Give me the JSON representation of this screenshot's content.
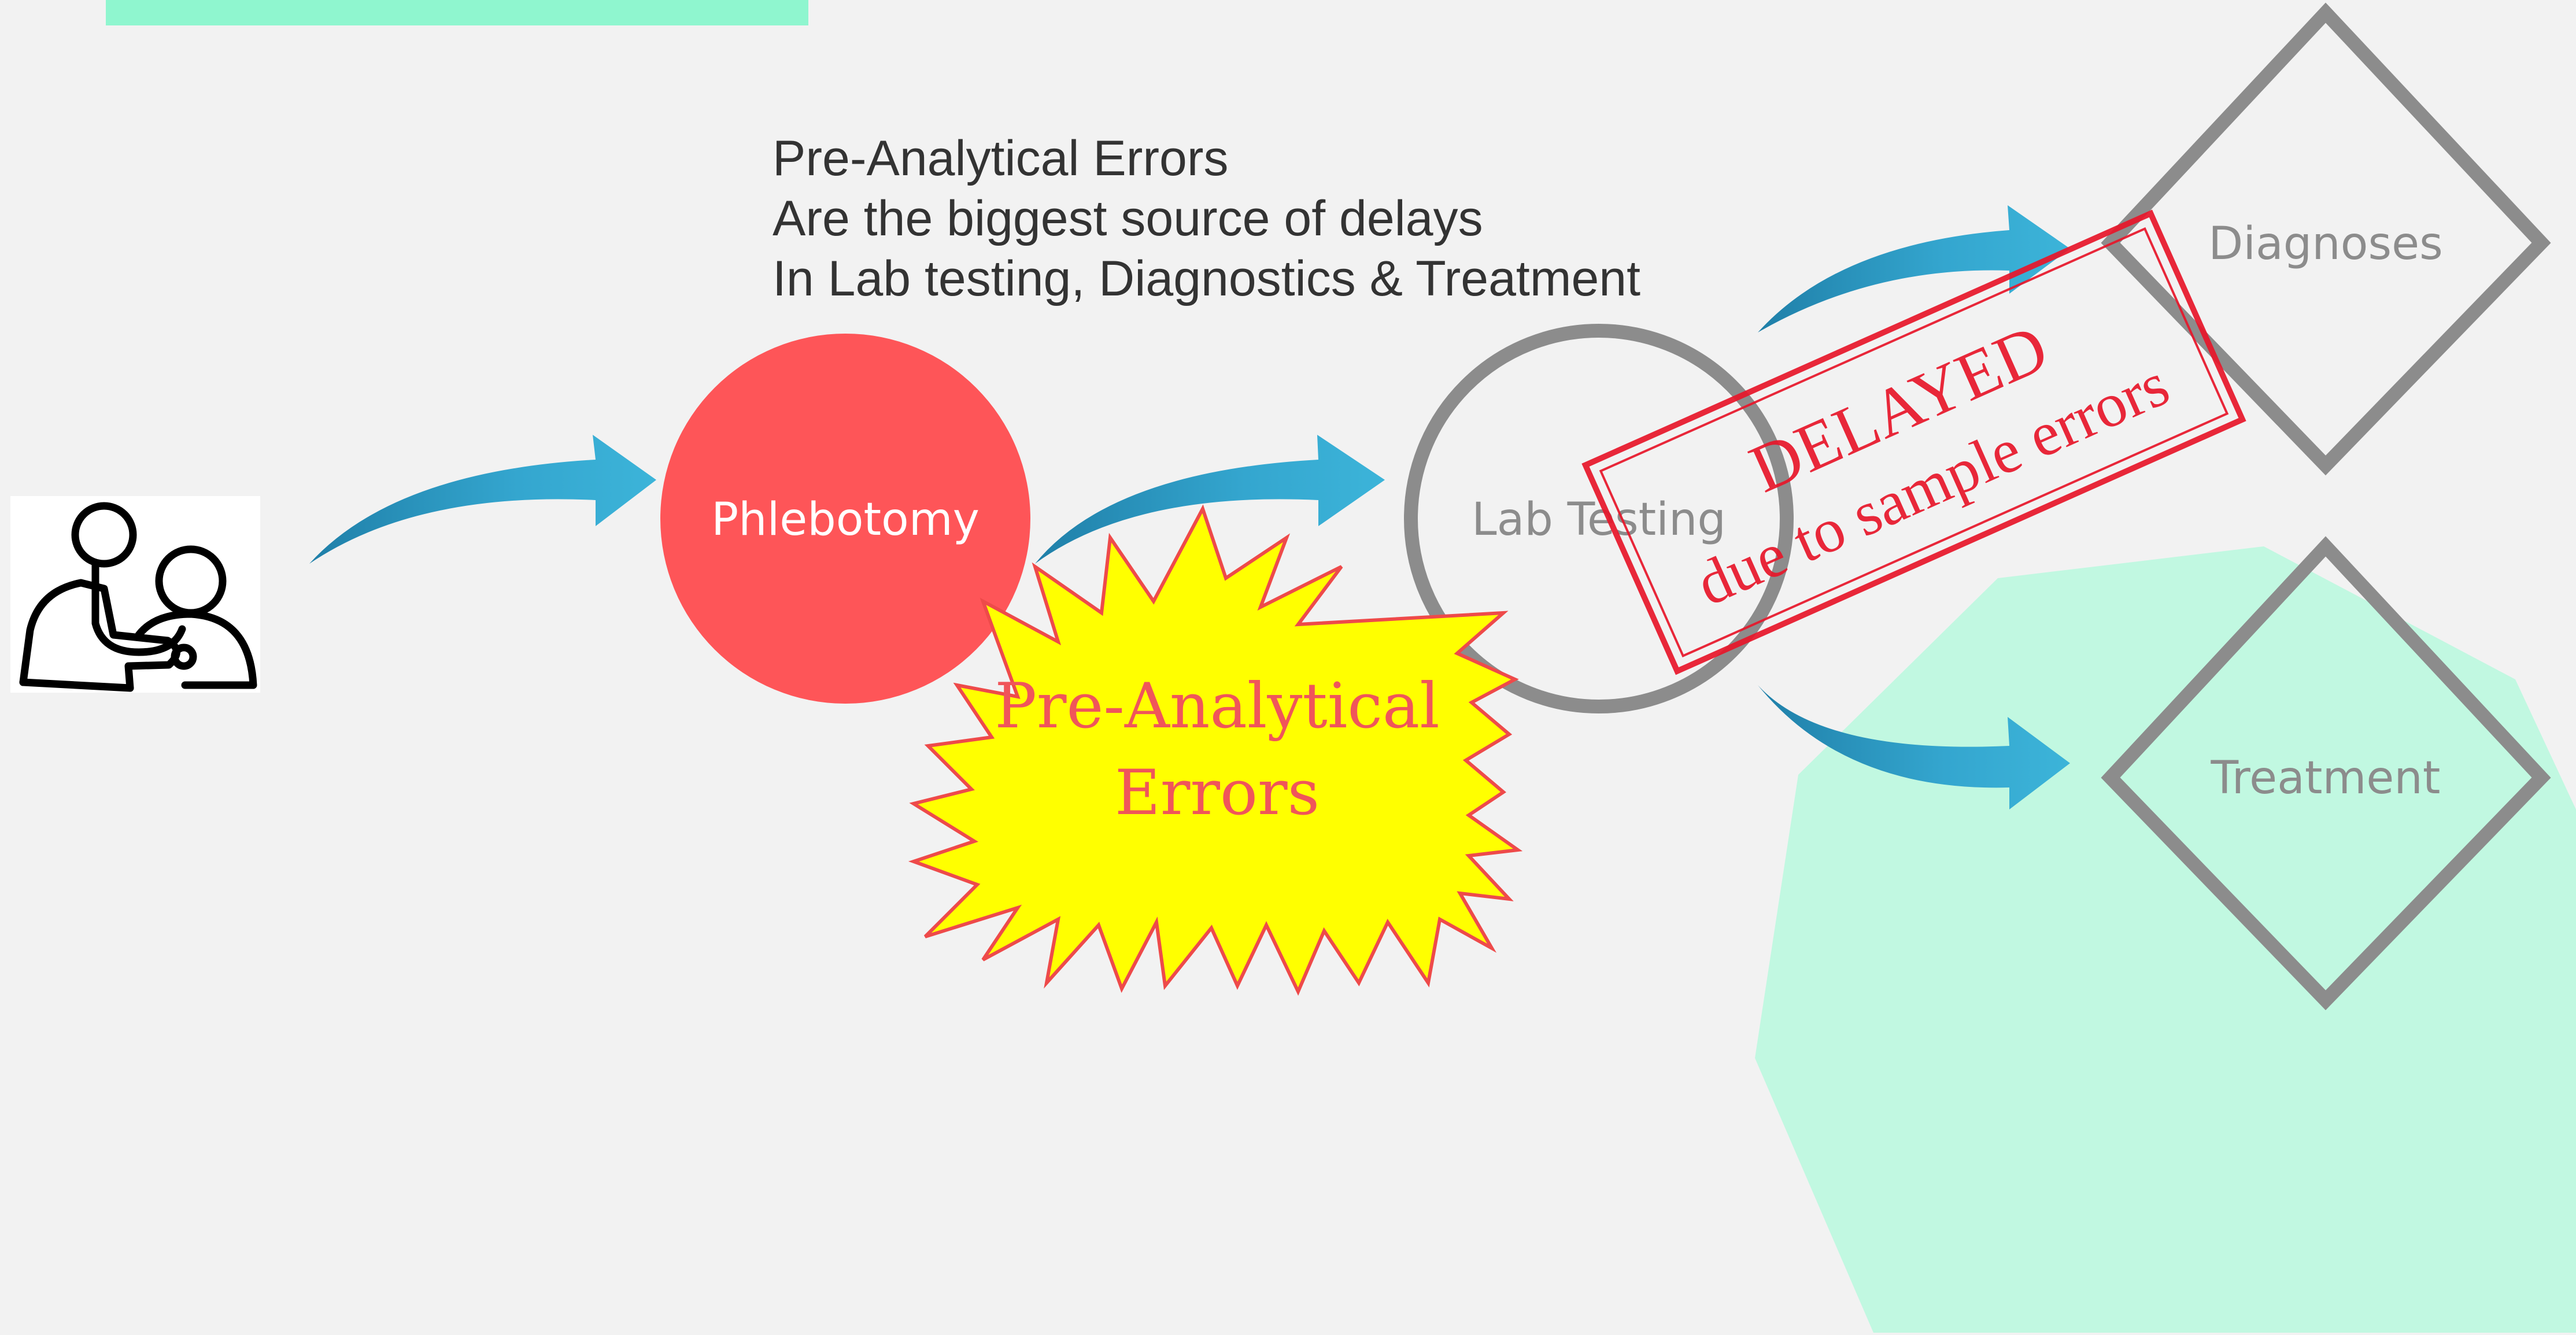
{
  "headline": {
    "line1": "Pre-Analytical Errors",
    "line2": "Are the biggest source of delays",
    "line3": "In Lab testing, Diagnostics & Treatment"
  },
  "nodes": {
    "phlebotomy": "Phlebotomy",
    "lab_testing": "Lab Testing",
    "diagnoses": "Diagnoses",
    "treatment": "Treatment"
  },
  "burst": {
    "line1": "Pre-Analytical",
    "line2": "Errors"
  },
  "stamp": {
    "line1": "DELAYED",
    "line2": "due to sample errors"
  },
  "icons": {
    "clinician": "doctor-with-stethoscope-and-patient-icon"
  },
  "colors": {
    "background": "#f2f2f2",
    "phlebotomy_fill": "#fe5558",
    "arrow": "#2f9fc6",
    "node_outline": "#8c8c8c",
    "burst_fill": "#ffff00",
    "burst_text": "#f0555a",
    "stamp": "#e8162a",
    "mint": "#c1f8e1",
    "mint_bar": "#8ff6cf"
  }
}
